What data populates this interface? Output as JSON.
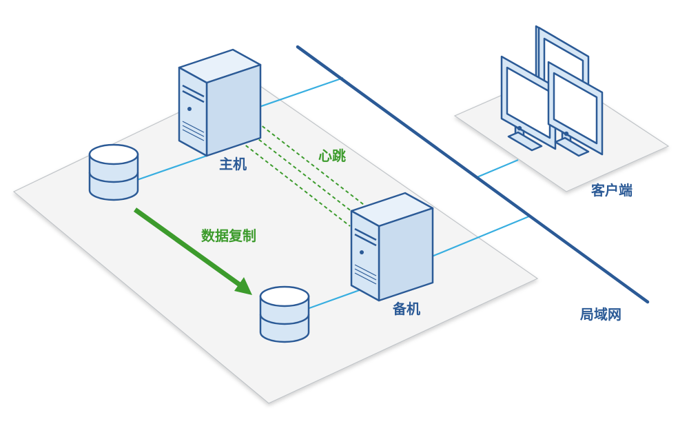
{
  "labels": {
    "primary": "主机",
    "heartbeat": "心跳",
    "replication": "数据复制",
    "standby": "备机",
    "client": "客户端",
    "lan": "局域网"
  },
  "colors": {
    "server_fill": "#d6e6f5",
    "server_stroke": "#2b5a96",
    "connector": "#37aee0",
    "lan_line": "#2b5a96",
    "heartbeat": "#3c9b2c",
    "replication_arrow": "#3c9b2c",
    "platform_fill": "#f4f4f4",
    "platform_stroke": "#bfc3c7",
    "label_blue": "#2b5a96",
    "label_green": "#3c9b2c"
  }
}
